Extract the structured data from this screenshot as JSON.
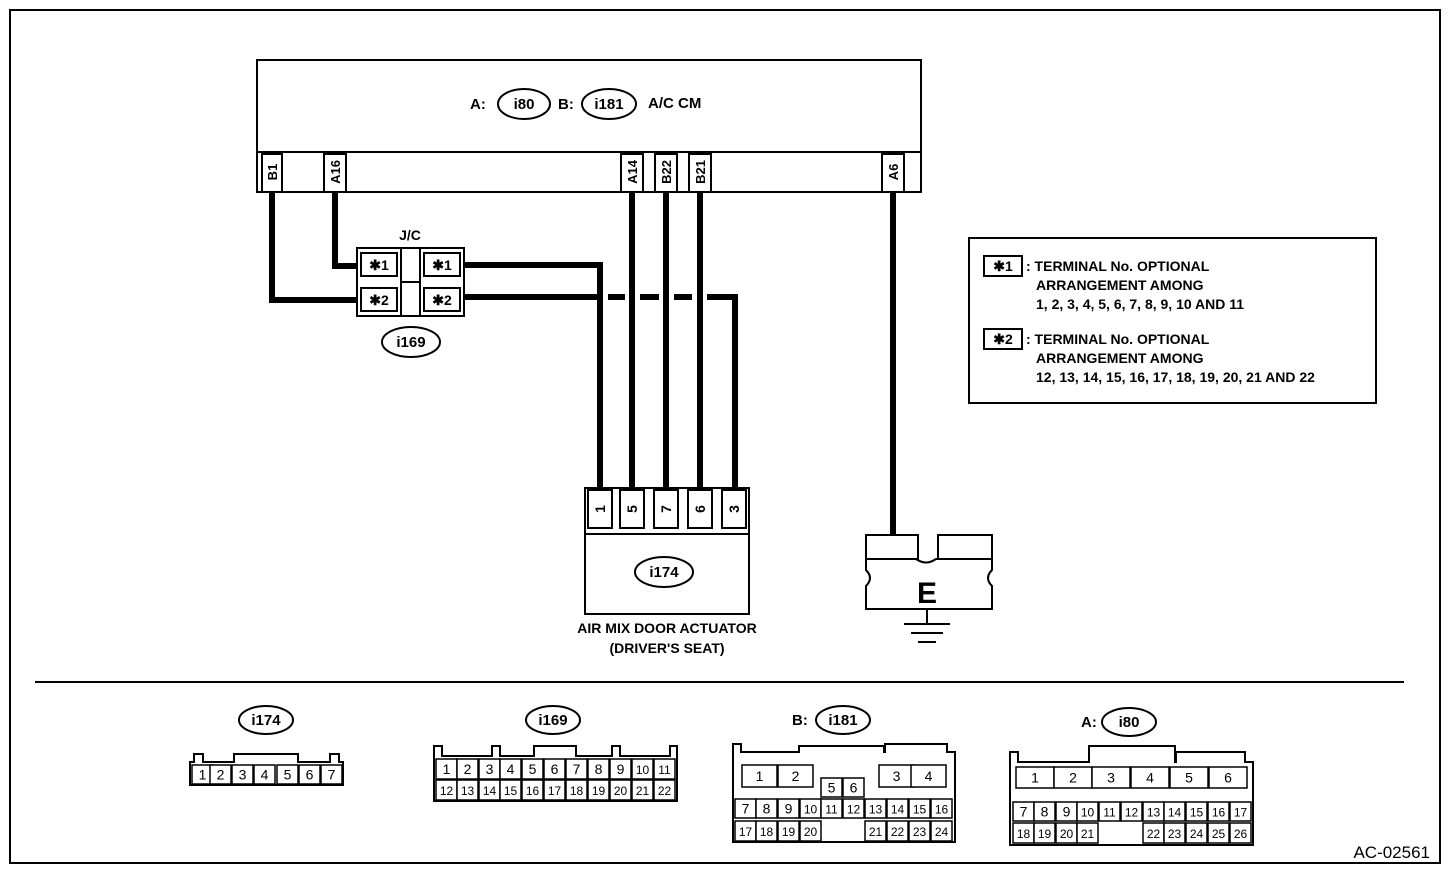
{
  "control_module": {
    "prefix_a": "A:",
    "connector_a": "i80",
    "prefix_b": "B:",
    "connector_b": "i181",
    "name": "A/C CM",
    "terminals": [
      "B1",
      "A16",
      "A14",
      "B22",
      "B21",
      "A6"
    ]
  },
  "junction": {
    "label": "J/C",
    "connector": "i169",
    "left_pins": [
      "✱1",
      "✱2"
    ],
    "right_pins": [
      "✱1",
      "✱2"
    ]
  },
  "actuator": {
    "connector": "i174",
    "pins": [
      "1",
      "5",
      "7",
      "6",
      "3"
    ],
    "name_line1": "AIR MIX DOOR ACTUATOR",
    "name_line2": "(DRIVER'S SEAT)"
  },
  "ground": {
    "label": "E"
  },
  "legend": [
    {
      "mark": "✱1",
      "lines": [
        ": TERMINAL No. OPTIONAL",
        "ARRANGEMENT AMONG",
        "1, 2, 3, 4, 5, 6, 7, 8, 9, 10 AND 11"
      ]
    },
    {
      "mark": "✱2",
      "lines": [
        ": TERMINAL No. OPTIONAL",
        "ARRANGEMENT AMONG",
        "12, 13, 14, 15, 16, 17, 18, 19, 20, 21 AND 22"
      ]
    }
  ],
  "connector_views": [
    {
      "prefix": "",
      "name": "i174",
      "rows": [
        [
          "1",
          "2",
          "3",
          "4",
          "5",
          "6",
          "7"
        ]
      ]
    },
    {
      "prefix": "",
      "name": "i169",
      "rows": [
        [
          "1",
          "2",
          "3",
          "4",
          "5",
          "6",
          "7",
          "8",
          "9",
          "10",
          "11"
        ],
        [
          "12",
          "13",
          "14",
          "15",
          "16",
          "17",
          "18",
          "19",
          "20",
          "21",
          "22"
        ]
      ]
    },
    {
      "prefix": "B:",
      "name": "i181",
      "rows": [
        [
          "1",
          "2",
          "3",
          "4"
        ],
        [
          "5",
          "6"
        ],
        [
          "7",
          "8",
          "9",
          "10",
          "11",
          "12",
          "13",
          "14",
          "15",
          "16"
        ],
        [
          "17",
          "18",
          "19",
          "20",
          "21",
          "22",
          "23",
          "24"
        ]
      ]
    },
    {
      "prefix": "A:",
      "name": "i80",
      "rows": [
        [
          "1",
          "2",
          "3",
          "4",
          "5",
          "6"
        ],
        [
          "7",
          "8",
          "9",
          "10",
          "11",
          "12",
          "13",
          "14",
          "15",
          "16",
          "17"
        ],
        [
          "18",
          "19",
          "20",
          "21",
          "22",
          "23",
          "24",
          "25",
          "26"
        ]
      ]
    }
  ],
  "figure_id": "AC-02561"
}
